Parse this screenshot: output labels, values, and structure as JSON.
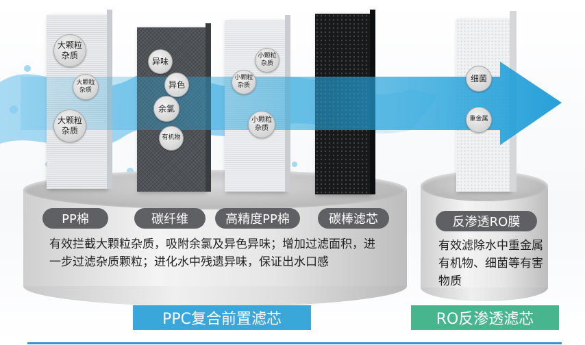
{
  "filters": {
    "pp": {
      "label": "PP棉",
      "bubbles": [
        "大颗粒\n杂质",
        "大颗粒\n杂质",
        "大颗粒\n杂质"
      ]
    },
    "carbon_fiber": {
      "label": "碳纤维",
      "bubbles": [
        "异味",
        "异色",
        "余氯",
        "有机物"
      ]
    },
    "high_pp": {
      "label": "高精度PP棉",
      "bubbles": [
        "小颗粒\n杂质",
        "小颗粒\n杂质",
        "小颗粒\n杂质"
      ]
    },
    "carbon_block": {
      "label": "碳棒滤芯"
    },
    "ro": {
      "label": "反渗透RO膜",
      "bubbles": [
        "细菌",
        "重金属"
      ]
    }
  },
  "descriptions": {
    "ppc": "有效拦截大颗粒杂质，吸附余氯及异色异味；增加过滤面积，进一步过滤杂质颗粒；进化水中残遗异味，保证出水口感",
    "ro": "有效滤除水中重金属有机物、细菌等有害物质"
  },
  "banners": {
    "ppc": "PPC复合前置滤芯",
    "ro": "RO反渗透滤芯"
  },
  "colors": {
    "ppc_banner": "#3aa7db",
    "ro_banner": "#47b58e",
    "pill": "#5f6063",
    "arrow": "#2aa7dc"
  }
}
